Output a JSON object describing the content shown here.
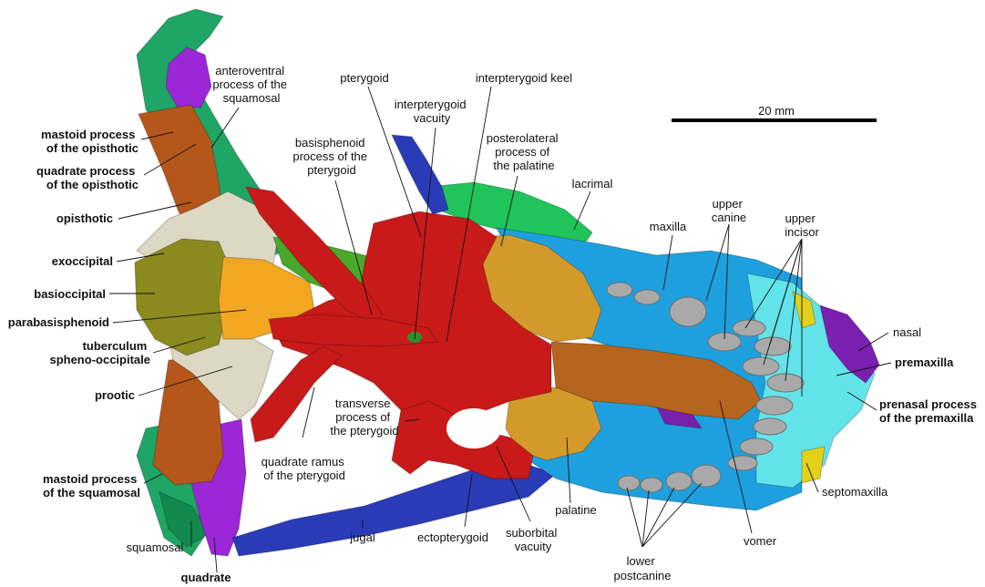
{
  "scale_bar": {
    "label": "20 mm"
  },
  "labels": {
    "anteroventral": [
      "anteroventral",
      "process of the",
      "squamosal"
    ],
    "mastoid_opisthotic": [
      "mastoid process",
      "of the opisthotic"
    ],
    "quadrate_opisthotic": [
      "quadrate process",
      "of the opisthotic"
    ],
    "opisthotic": "opisthotic",
    "exoccipital": "exoccipital",
    "basioccipital": "basioccipital",
    "parabasisphenoid": "parabasisphenoid",
    "tuberculum": [
      "tuberculum",
      "spheno-occipitale"
    ],
    "prootic": "prootic",
    "mastoid_squamosal": [
      "mastoid process",
      "of the squamosal"
    ],
    "squamosal": "squamosal",
    "quadrate": "quadrate",
    "basisphenoid": [
      "basisphenoid",
      "process of the",
      "pterygoid"
    ],
    "pterygoid": "pterygoid",
    "interpterygoid_vacuity": [
      "interpterygoid",
      "vacuity"
    ],
    "interpterygoid_keel": "interpterygoid keel",
    "posterolateral": [
      "posterolateral",
      "process of",
      "the palatine"
    ],
    "lacrimal": "lacrimal",
    "maxilla": "maxilla",
    "upper_canine": [
      "upper",
      "canine"
    ],
    "upper_incisor": [
      "upper",
      "incisor"
    ],
    "nasal": "nasal",
    "premaxilla": "premaxilla",
    "prenasal": [
      "prenasal process",
      "of the premaxilla"
    ],
    "septomaxilla": "septomaxilla",
    "transverse": [
      "transverse",
      "process of",
      "the pterygoid"
    ],
    "quadrate_ramus": [
      "quadrate ramus",
      "of the pterygoid"
    ],
    "jugal": "jugal",
    "ectopterygoid": "ectopterygoid",
    "suborbital": [
      "suborbital",
      "vacuity"
    ],
    "palatine": "palatine",
    "lower_postcanine": [
      "lower",
      "postcanine"
    ],
    "vomer": "vomer"
  },
  "colors": {
    "squamosal": "#1fa565",
    "squamosal_dark": "#128a4f",
    "quadrate": "#9c27d6",
    "opisthotic": "#b5571a",
    "exoccipital": "#ddd8c4",
    "basioccipital": "#8a8a1f",
    "parabasisphenoid": "#f1a722",
    "pterygoid": "#c91a1a",
    "jugal": "#2a3bb8",
    "palatine": "#d39a2b",
    "maxilla": "#1ea0de",
    "premaxilla": "#62e3ea",
    "nasal": "#7a1fb0",
    "septomaxilla": "#e2d11a",
    "vomer": "#b5651d",
    "lacrimal": "#21c45a",
    "epipterygoid": "#4aa82a",
    "tooth": "#a9a9a9"
  }
}
